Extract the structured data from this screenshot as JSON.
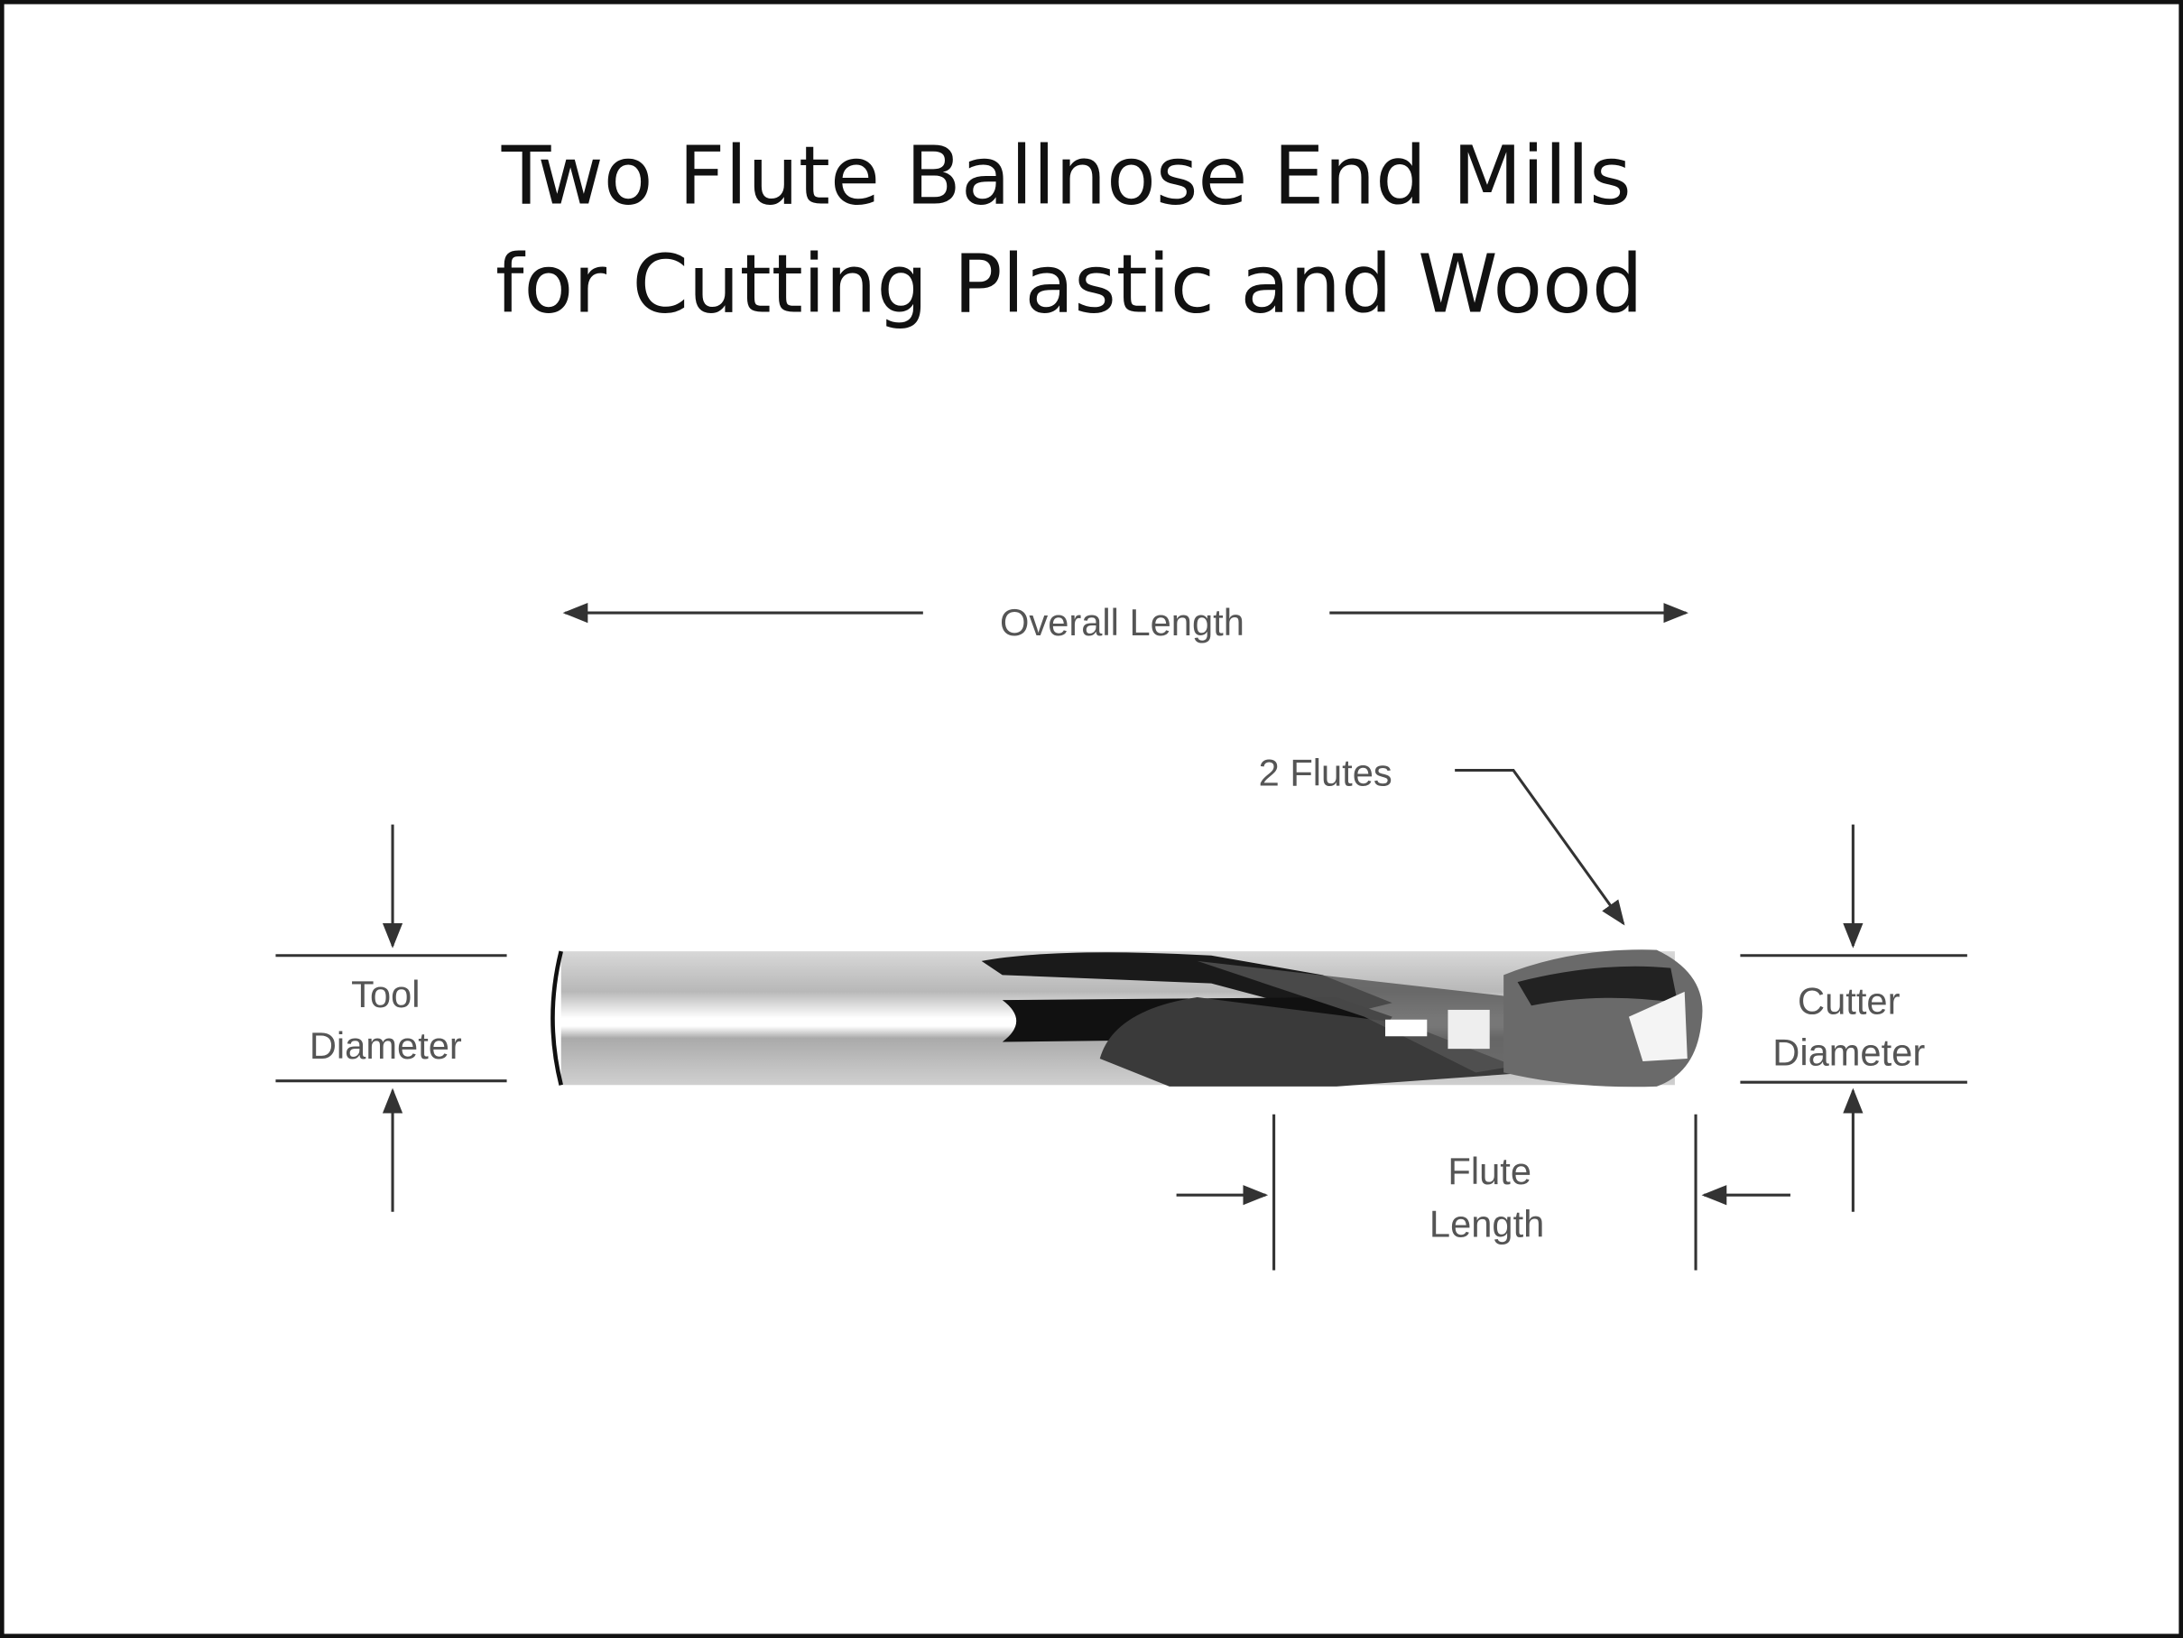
{
  "title": {
    "line1": "Two Flute Ballnose End Mills",
    "line2": "for Cutting Plastic and Wood"
  },
  "labels": {
    "overall_length": "Overall Length",
    "flutes": "2 Flutes",
    "tool_diameter_1": "Tool",
    "tool_diameter_2": "Diameter",
    "cutter_diameter_1": "Cutter",
    "cutter_diameter_2": "Diameter",
    "flute_length_1": "Flute",
    "flute_length_2": "Length"
  },
  "colors": {
    "border": "#111111",
    "label": "#555555",
    "line": "#333333"
  }
}
